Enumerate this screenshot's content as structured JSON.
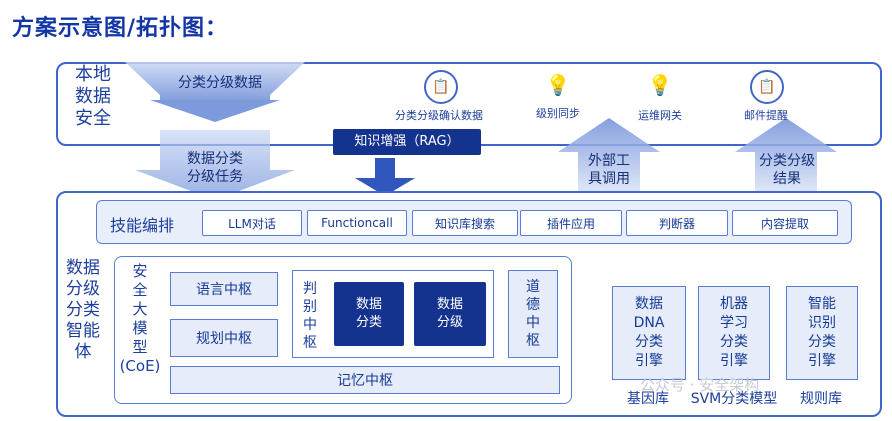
{
  "title": "方案示意图/拓扑图：",
  "top_panel": {
    "label": "本地\n数据\n安全",
    "arrow_label": "分类分级数据",
    "items": [
      {
        "label": "分类分级确认数据",
        "icon": "clipboard-icon"
      },
      {
        "label": "级别同步",
        "icon": "lightbulb-gear-icon"
      },
      {
        "label": "运维网关",
        "icon": "lightbulb-gear-icon"
      },
      {
        "label": "邮件提醒",
        "icon": "clipboard-icon"
      }
    ]
  },
  "middle_labels": {
    "task_arrow": "数据分类\n分级任务",
    "rag": "知识增强（RAG）",
    "ext_call": "外部工\n具调用",
    "result": "分类分级\n结果"
  },
  "agent_panel": {
    "label": "数据\n分级\n分类\n智能\n体",
    "skill_label": "技能编排",
    "skills": [
      "LLM对话",
      "Functioncall",
      "知识库搜索",
      "插件应用",
      "判断器",
      "内容提取"
    ],
    "coe_label": "安\n全\n大\n模\n型\n(CoE)",
    "language_center": "语言中枢",
    "planning_center": "规划中枢",
    "judgement_center": "判\n别\n中\n枢",
    "data_classify": "数据\n分类",
    "data_grade": "数据\n分级",
    "ethics_center": "道\n德\n中\n枢",
    "memory_center": "记忆中枢",
    "engines": [
      {
        "label": "数据\nDNA\n分类\n引擎",
        "caption": "基因库"
      },
      {
        "label": "机器\n学习\n分类\n引擎",
        "caption": "SVM分类模型"
      },
      {
        "label": "智能\n识别\n分类\n引擎",
        "caption": "规则库"
      }
    ]
  },
  "watermark": "公众号 · 安全架构",
  "colors": {
    "primary": "#3f67c8",
    "dark": "#14338f",
    "light": "#e6ecfa"
  }
}
